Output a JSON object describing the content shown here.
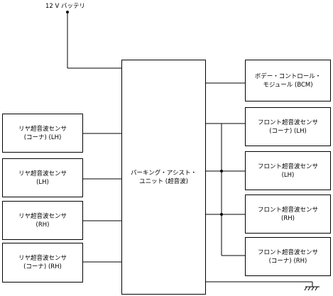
{
  "battery": {
    "label": "12 V バッテリ"
  },
  "ecu": {
    "line1": "パーキング・アシスト・",
    "line2": "ユニット (超音波)"
  },
  "bcm": {
    "line1": "ボデー・コントロール・",
    "line2": "モジュール (BCM)"
  },
  "rear_sensors": [
    {
      "line1": "リヤ超音波センサ",
      "line2": "(コーナ) (LH)"
    },
    {
      "line1": "リヤ超音波センサ",
      "line2": "(LH)"
    },
    {
      "line1": "リヤ超音波センサ",
      "line2": "(RH)"
    },
    {
      "line1": "リヤ超音波センサ",
      "line2": "(コーナ) (RH)"
    }
  ],
  "front_sensors": [
    {
      "line1": "フロント超音波センサ",
      "line2": "(コーナ) (LH)"
    },
    {
      "line1": "フロント超音波センサ",
      "line2": "(LH)"
    },
    {
      "line1": "フロント超音波センサ",
      "line2": "(RH)"
    },
    {
      "line1": "フロント超音波センサ",
      "line2": "(コーナ) (RH)"
    }
  ]
}
